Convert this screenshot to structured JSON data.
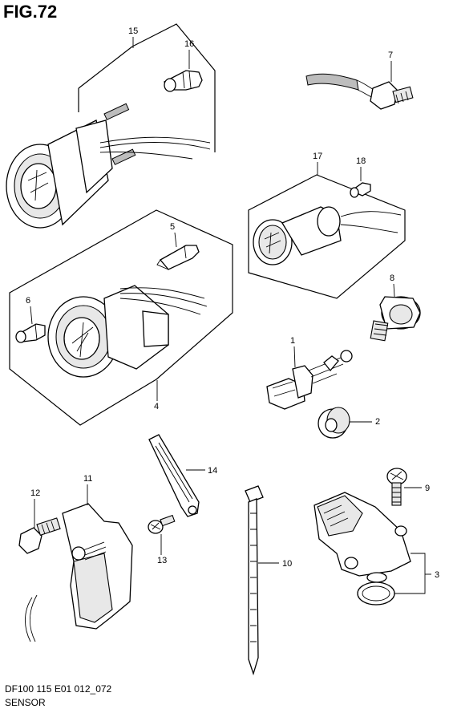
{
  "figure": {
    "title": "FIG.72",
    "code": "DF100 115 E01 012_072",
    "caption": "SENSOR"
  },
  "callouts": [
    {
      "id": "c15",
      "label": "15"
    },
    {
      "id": "c16",
      "label": "16"
    },
    {
      "id": "c7",
      "label": "7"
    },
    {
      "id": "c17",
      "label": "17"
    },
    {
      "id": "c18",
      "label": "18"
    },
    {
      "id": "c5",
      "label": "5"
    },
    {
      "id": "c6",
      "label": "6"
    },
    {
      "id": "c4",
      "label": "4"
    },
    {
      "id": "c8",
      "label": "8"
    },
    {
      "id": "c1",
      "label": "1"
    },
    {
      "id": "c2",
      "label": "2"
    },
    {
      "id": "c14",
      "label": "14"
    },
    {
      "id": "c12",
      "label": "12"
    },
    {
      "id": "c11",
      "label": "11"
    },
    {
      "id": "c13",
      "label": "13"
    },
    {
      "id": "c10",
      "label": "10"
    },
    {
      "id": "c9",
      "label": "9"
    },
    {
      "id": "c3",
      "label": "3"
    }
  ]
}
